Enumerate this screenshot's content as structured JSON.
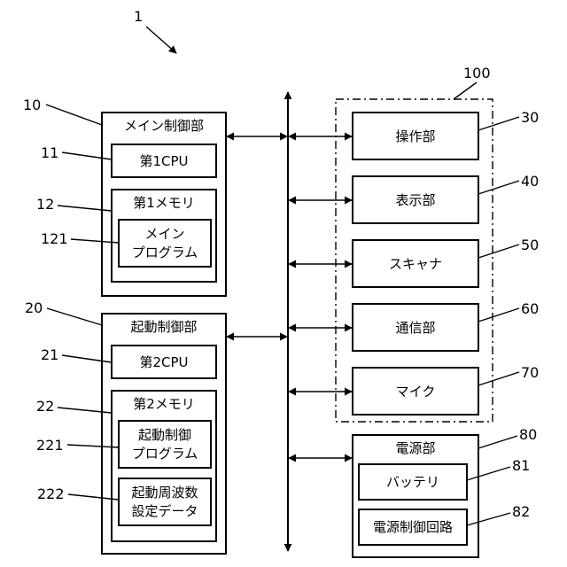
{
  "figure": {
    "system_ref": "1",
    "group_ref": "100",
    "main_control": {
      "ref": "10",
      "title": "メイン制御部",
      "cpu": {
        "ref": "11",
        "label": "第1CPU"
      },
      "memory": {
        "ref": "12",
        "title": "第1メモリ",
        "program": {
          "ref": "121",
          "line1": "メイン",
          "line2": "プログラム"
        }
      }
    },
    "startup_control": {
      "ref": "20",
      "title": "起動制御部",
      "cpu": {
        "ref": "21",
        "label": "第2CPU"
      },
      "memory": {
        "ref": "22",
        "title": "第2メモリ",
        "program": {
          "ref": "221",
          "line1": "起動制御",
          "line2": "プログラム"
        },
        "freq_data": {
          "ref": "222",
          "line1": "起動周波数",
          "line2": "設定データ"
        }
      }
    },
    "operation_unit": {
      "ref": "30",
      "label": "操作部"
    },
    "display_unit": {
      "ref": "40",
      "label": "表示部"
    },
    "scanner": {
      "ref": "50",
      "label": "スキャナ"
    },
    "comm_unit": {
      "ref": "60",
      "label": "通信部"
    },
    "mic": {
      "ref": "70",
      "label": "マイク"
    },
    "power_unit": {
      "ref": "80",
      "title": "電源部",
      "battery": {
        "ref": "81",
        "label": "バッテリ"
      },
      "control_circuit": {
        "ref": "82",
        "label": "電源制御回路"
      }
    }
  }
}
